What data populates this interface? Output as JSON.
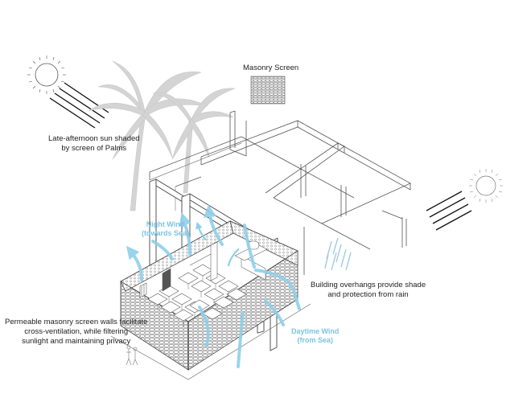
{
  "labels": {
    "masonry_screen": "Masonry Screen",
    "palms": [
      "Late-afternoon sun shaded",
      "by screen of Palms"
    ],
    "overhangs": [
      "Building overhangs provide shade",
      "and protection from rain"
    ],
    "permeable": [
      "Permeable masonry screen walls facilitate",
      "cross-ventilation, while filtering",
      "sunlight and maintaining privacy"
    ],
    "night_wind": [
      "Night Wind",
      "(towards Sea)"
    ],
    "daytime_wind": [
      "Daytime Wind",
      "(from Sea)"
    ]
  },
  "colors": {
    "line": "#444444",
    "light_line": "#9a9a9a",
    "palm": "#d2d2d2",
    "wind_arrow": "#8fd0ea",
    "wind_text": "#7cc4e0",
    "rain": "#9fc9e6"
  },
  "icons": [
    "sun-icon",
    "sun-rays-icon",
    "palm-tree-icon",
    "rain-icon",
    "wind-arrow-icon",
    "person-icon"
  ]
}
